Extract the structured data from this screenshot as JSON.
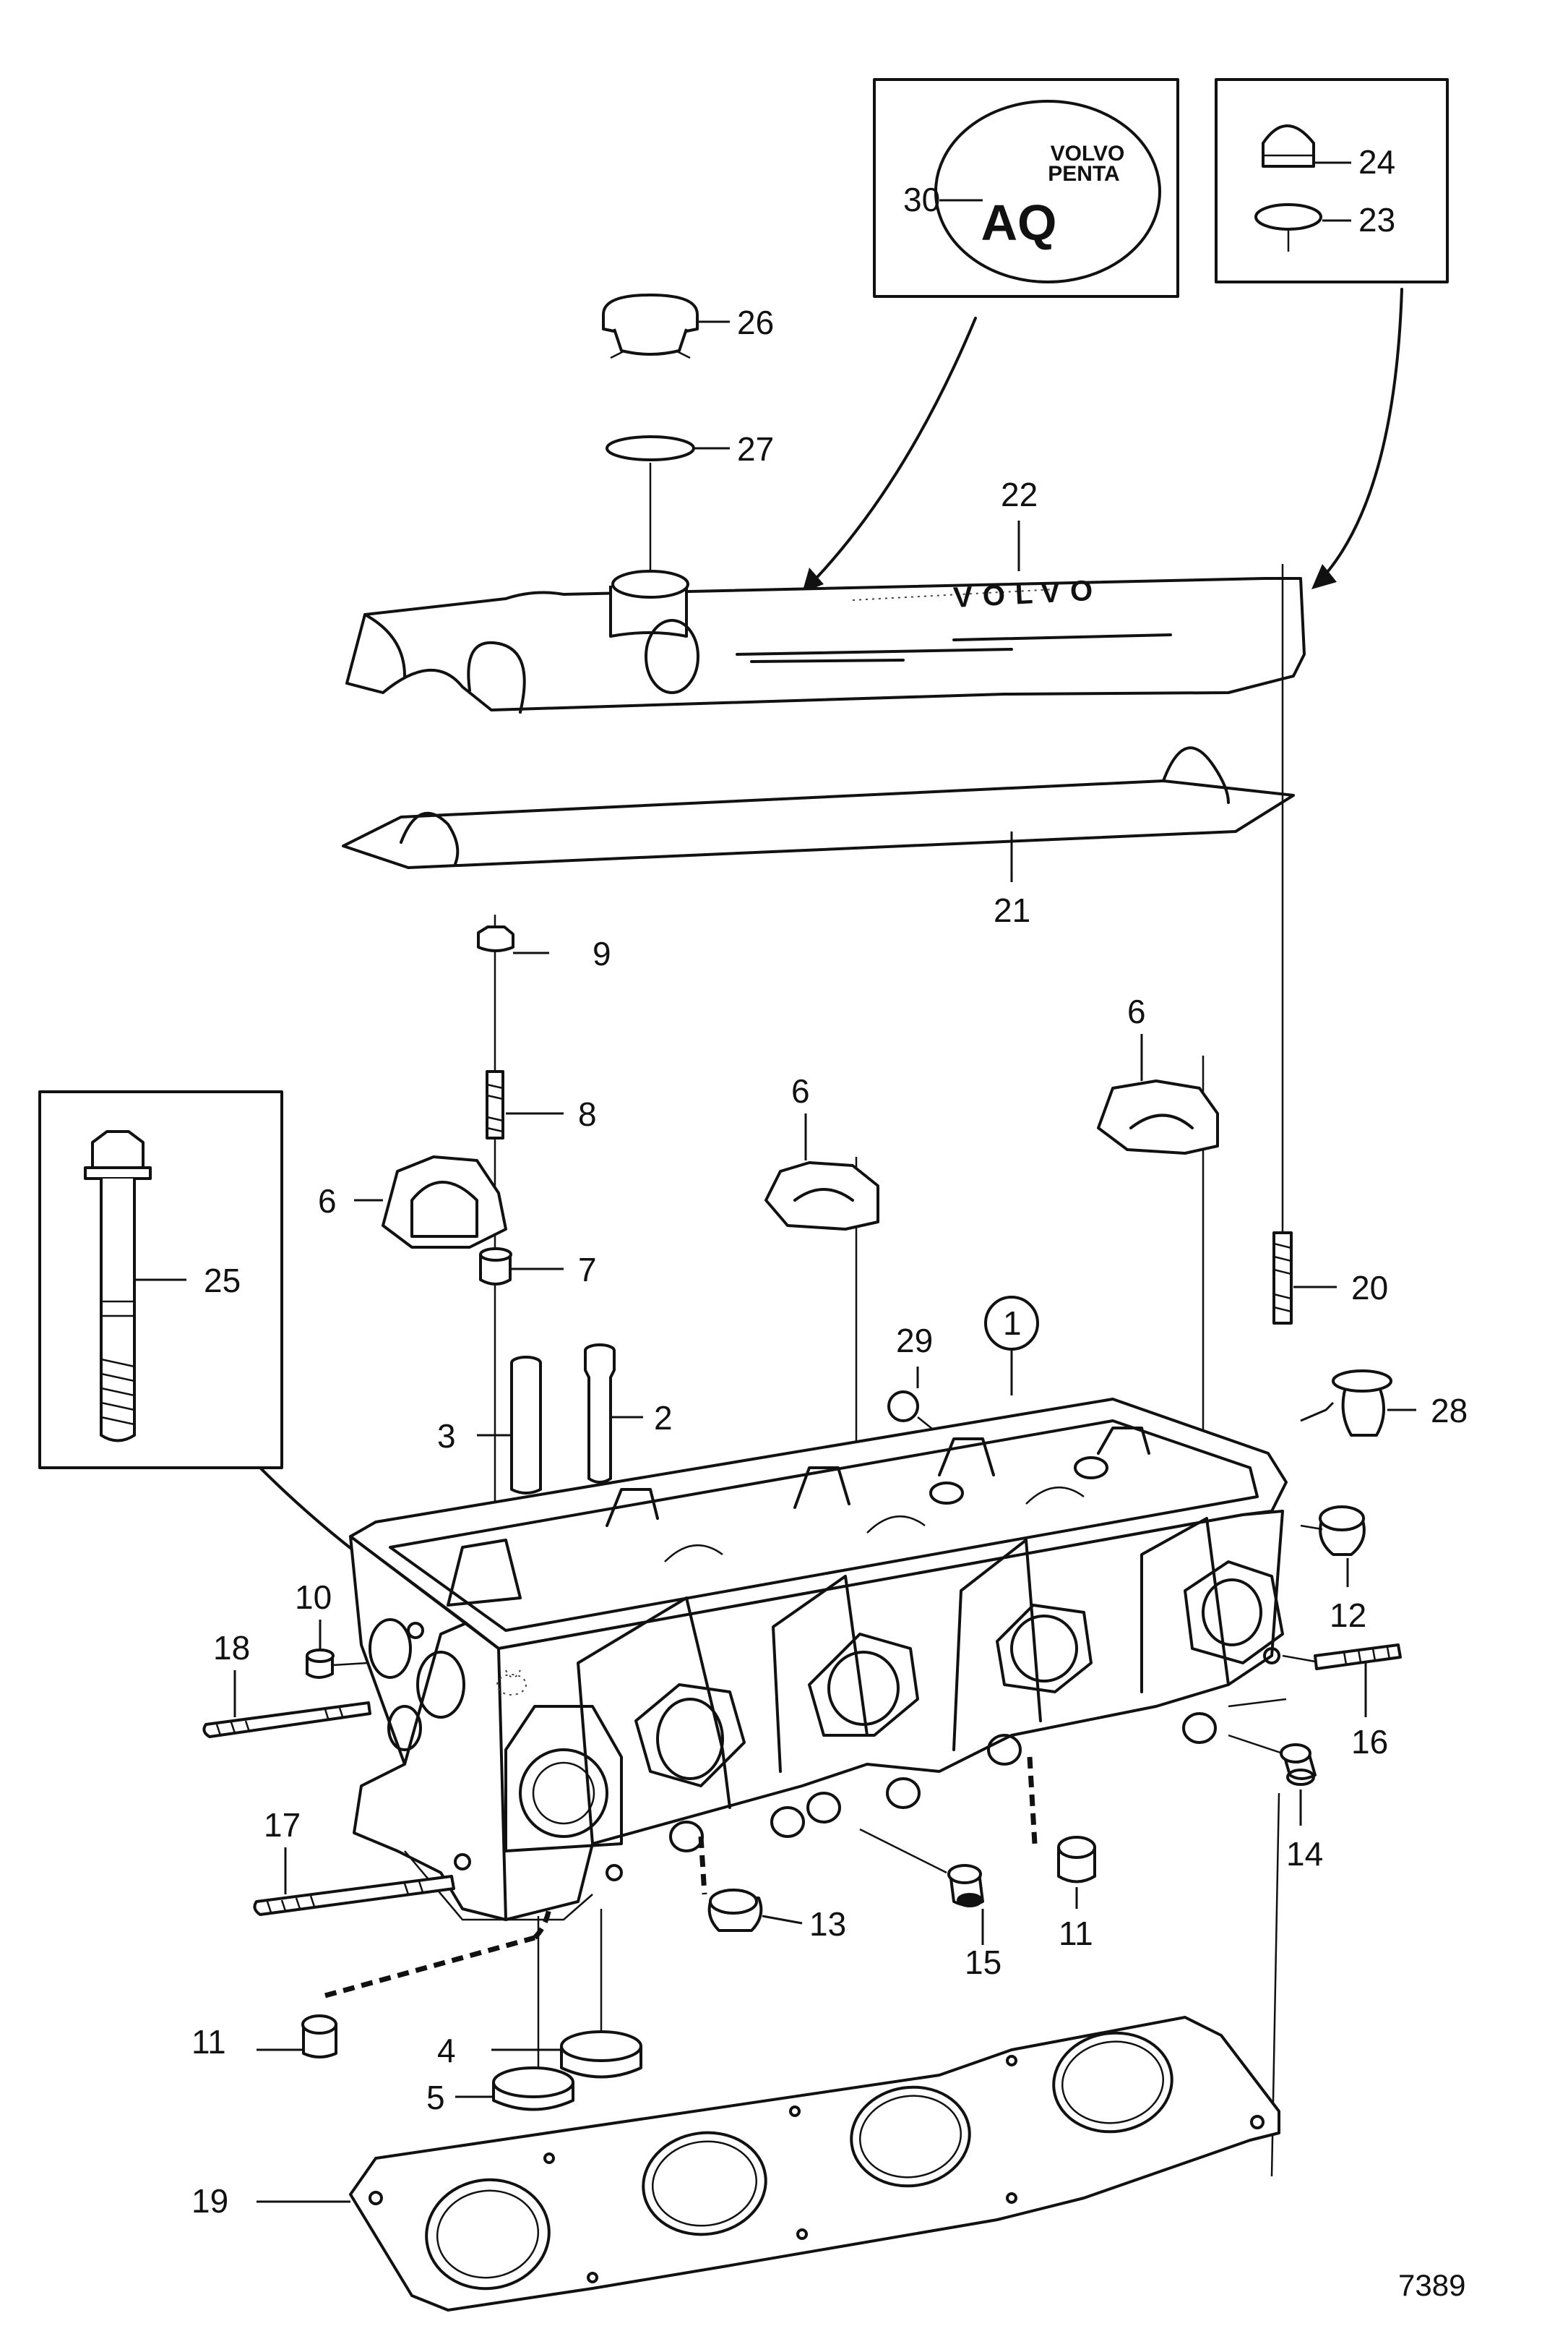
{
  "drawing_number": "7389",
  "brand_emblem": {
    "line1": "VOLVO",
    "line2": "PENTA",
    "line3": "AQ"
  },
  "cover_lettering": "VOLVO",
  "assembly_callout": "1",
  "part_labels": {
    "p2": "2",
    "p3": "3",
    "p4": "4",
    "p5": "5",
    "p6a": "6",
    "p6b": "6",
    "p6c": "6",
    "p7": "7",
    "p8": "8",
    "p9": "9",
    "p10": "10",
    "p11a": "11",
    "p11b": "11",
    "p12": "12",
    "p13": "13",
    "p14": "14",
    "p15": "15",
    "p16": "16",
    "p17": "17",
    "p18": "18",
    "p19": "19",
    "p20": "20",
    "p21": "21",
    "p22": "22",
    "p23": "23",
    "p24": "24",
    "p25": "25",
    "p26": "26",
    "p27": "27",
    "p28": "28",
    "p29": "29",
    "p30": "30"
  }
}
